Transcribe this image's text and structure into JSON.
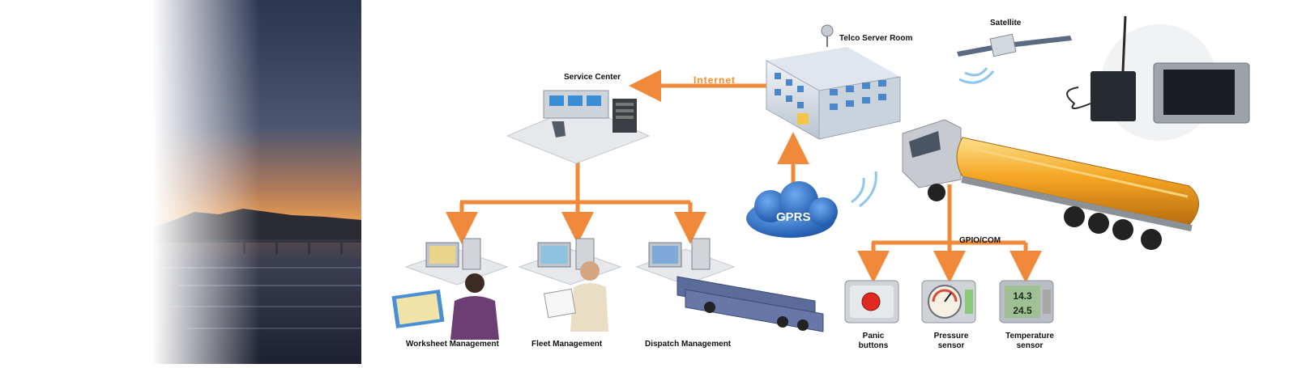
{
  "labels": {
    "telco_server_room": "Telco Server Room",
    "satellite": "Satellite",
    "service_center": "Service Center",
    "internet": "Internet",
    "gprs": "GPRS",
    "gpio_com": "GPIO/COM",
    "worksheet_management": "Worksheet Management",
    "fleet_management": "Fleet Management",
    "dispatch_management": "Dispatch Management",
    "panic_buttons_line1": "Panic",
    "panic_buttons_line2": "buttons",
    "pressure_sensor_line1": "Pressure",
    "pressure_sensor_line2": "sensor",
    "temperature_sensor_line1": "Temperature",
    "temperature_sensor_line2": "sensor"
  },
  "sensor_readouts": {
    "temp_top": "14.3",
    "temp_bottom": "24.5"
  },
  "colors": {
    "arrow": "#f08a3a",
    "cloud": "#2f74c9",
    "tank": "#f4a623"
  }
}
